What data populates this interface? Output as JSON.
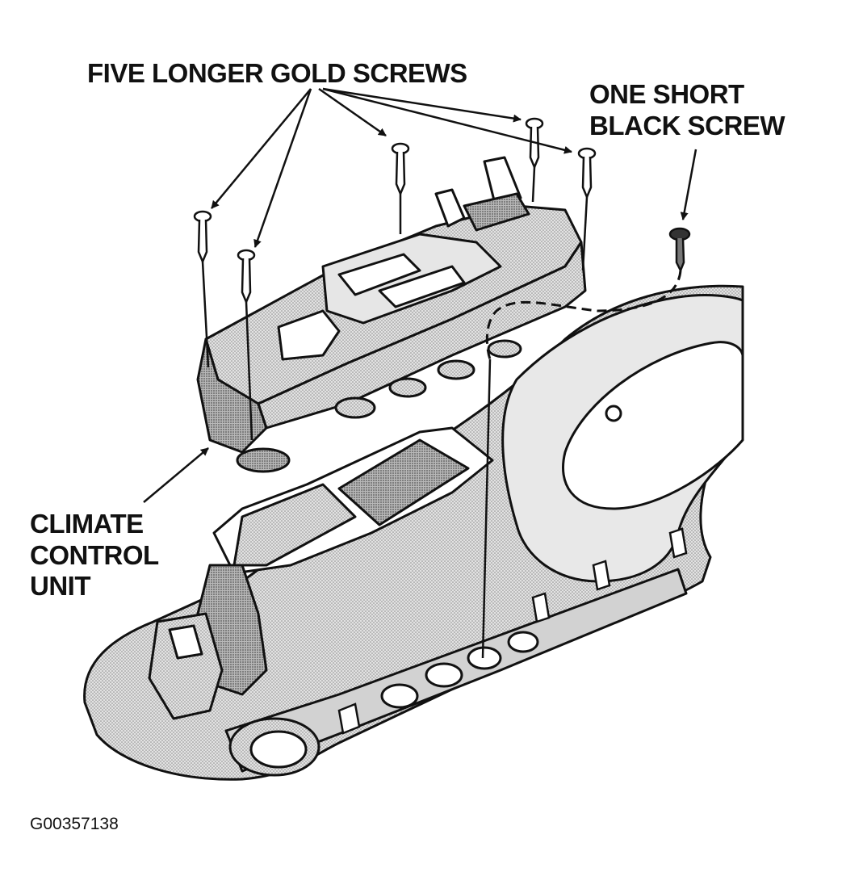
{
  "labels": {
    "gold_screws": "FIVE LONGER GOLD SCREWS",
    "black_screw_line1": "ONE SHORT",
    "black_screw_line2": "BLACK SCREW",
    "climate_line1": "CLIMATE",
    "climate_line2": "CONTROL",
    "climate_line3": "UNIT",
    "figure_ref": "G00357138"
  },
  "colors": {
    "ink": "#111111",
    "shade": "#c9c9c9",
    "light_shade": "#dcdcdc",
    "paper": "#ffffff"
  },
  "icons": {
    "gold_screw": "screw-icon",
    "black_screw": "screw-icon"
  }
}
